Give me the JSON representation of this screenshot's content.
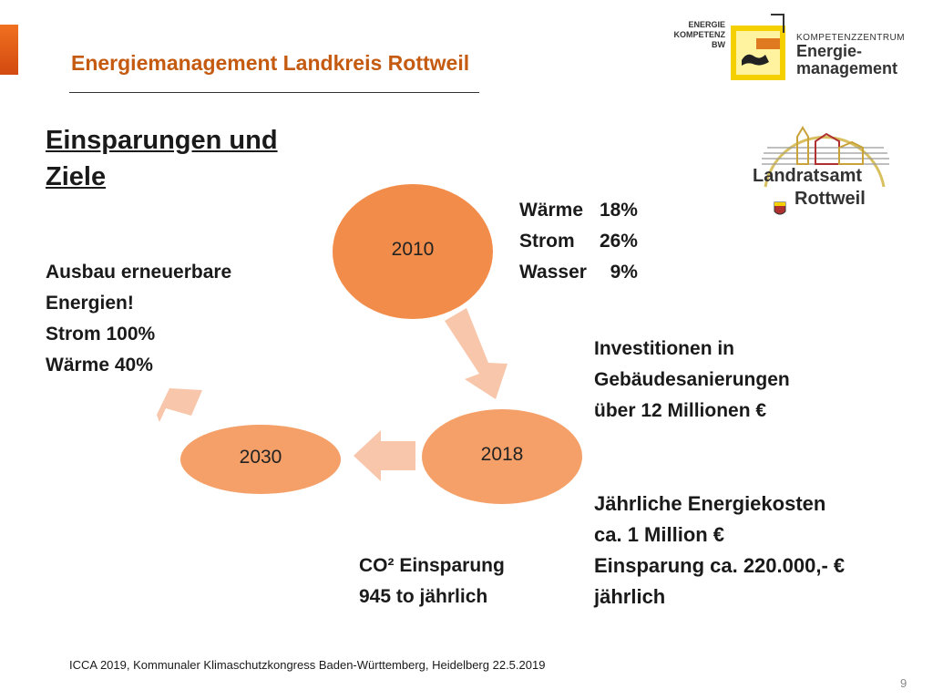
{
  "slide": {
    "title": "Energiemanagement Landkreis Rottweil",
    "heading_line1": "Einsparungen und",
    "heading_line2": "Ziele",
    "goals": [
      "Ausbau erneuerbare",
      "Energien!",
      "Strom 100%",
      "Wärme 40%"
    ],
    "stats": [
      {
        "label": "Wärme",
        "value": "18%"
      },
      {
        "label": "Strom",
        "value": "26%"
      },
      {
        "label": "Wasser",
        "value": "9%"
      }
    ],
    "investments": [
      "Investitionen in",
      "Gebäudesanierungen",
      "über 12 Millionen €"
    ],
    "costs": [
      "Jährliche Energiekosten",
      "ca. 1 Million €",
      "Einsparung ca. 220.000,- €",
      "jährlich"
    ],
    "co2": [
      "CO² Einsparung",
      "945 to jährlich"
    ],
    "cycle": {
      "year_a": "2010",
      "year_b": "2018",
      "year_c": "2030"
    },
    "footer": "ICCA 2019, Kommunaler Klimaschutzkongress Baden-Württemberg, Heidelberg 22.5.2019",
    "page_number": "9"
  },
  "logos": {
    "energie_kompetenz": [
      "ENERGIE",
      "KOMPETENZ",
      "BW"
    ],
    "kompetenzzentrum": [
      "KOMPETENZZENTRUM",
      "Energie-",
      "management"
    ],
    "landratsamt": [
      "Landratsamt",
      "Rottweil"
    ]
  },
  "colors": {
    "accent": "#c55a11",
    "circle": "#f4a068",
    "circle_dark": "#f28c4a",
    "arrow": "#f8c6aa",
    "logo_yellow": "#f5d000"
  }
}
